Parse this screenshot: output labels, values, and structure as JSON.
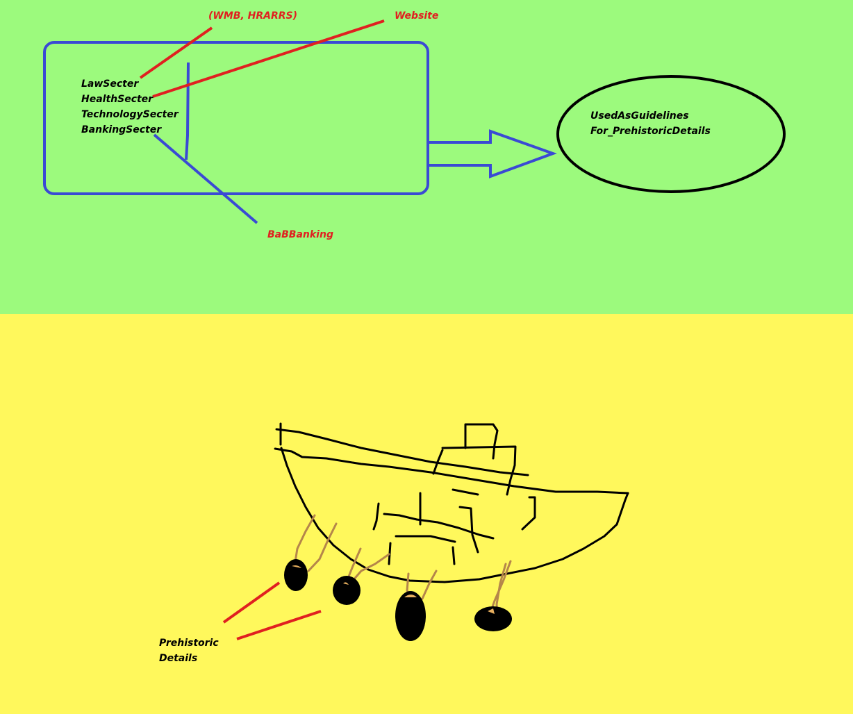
{
  "colors": {
    "top_background": "#9cfa7d",
    "bottom_background": "#fff85c",
    "box_stroke": "#3a4ad4",
    "arrow_stroke": "#3a4ad4",
    "ellipse_stroke": "#000000",
    "callout_red": "#e02020",
    "ship_stroke": "#000000",
    "smoke_brown": "#b5864a",
    "dot_fill": "#000000"
  },
  "sector_box": {
    "items": [
      "LawSecter",
      "HealthSecter",
      "TechnologySecter",
      "BankingSecter"
    ]
  },
  "callouts": {
    "wmb": "(WMB,  HRARRS)",
    "website": "Website",
    "babbanking": "BaBBanking"
  },
  "ellipse": {
    "line1": "UsedAsGuidelines",
    "line2": "For_PrehistoricDetails"
  },
  "bottom": {
    "label_line1": "Prehistoric",
    "label_line2": "Details"
  },
  "icons": {
    "arrow": "right-arrow-icon",
    "ship": "ship-drawing"
  }
}
